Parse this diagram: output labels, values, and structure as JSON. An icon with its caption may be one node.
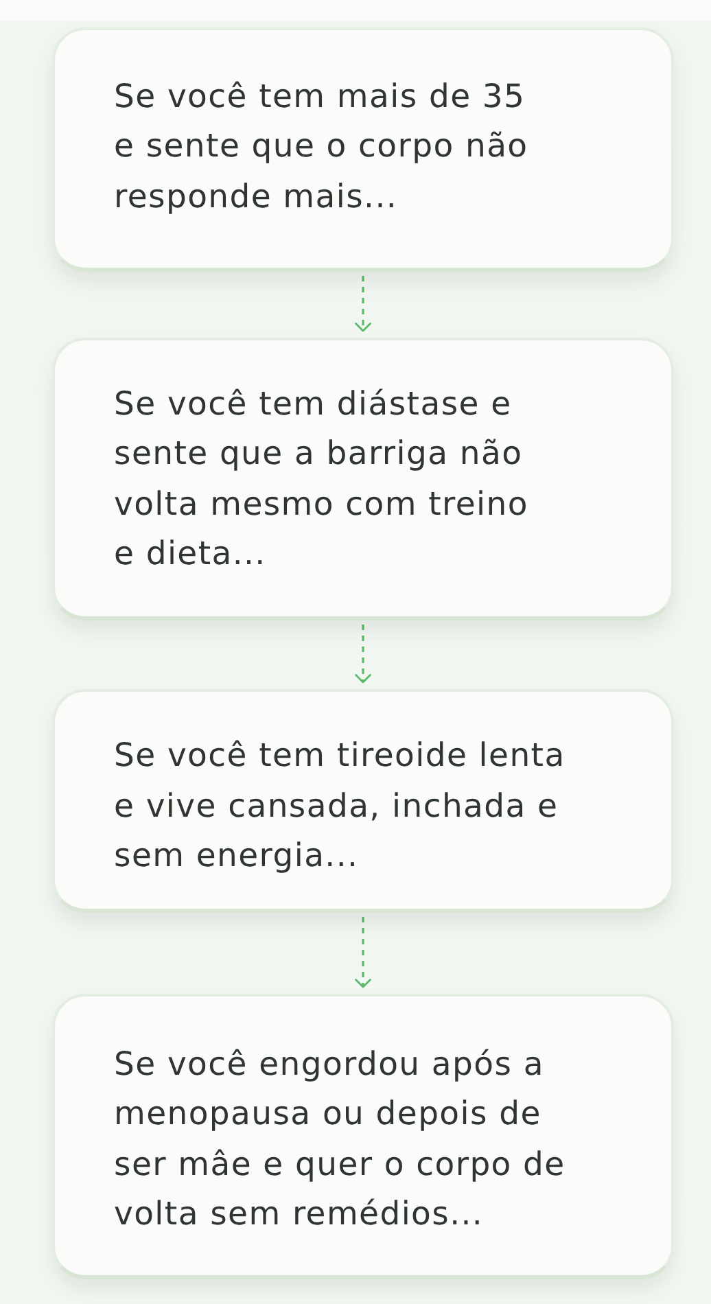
{
  "diagram": {
    "nodes": [
      {
        "text": [
          "Se você tem mais de 35 e sente que o corpo não responde mais..."
        ]
      },
      {
        "text": [
          "Se você tem diástase e sente que a barriga não volta mesmo com treino e dieta..."
        ]
      },
      {
        "text": [
          "Se você tem tireoide lenta e vive cansada, inchada e sem energia..."
        ]
      },
      {
        "text": [
          "Se você engordou após a menopausa ou depois de ser mâe e quer o corpo de volta sem remédios..."
        ]
      }
    ],
    "edges": [
      {
        "from": 0,
        "to": 1,
        "arrow": "to",
        "style": "dashed"
      },
      {
        "from": 1,
        "to": 2,
        "arrow": "to",
        "style": "dashed"
      },
      {
        "from": 2,
        "to": 3,
        "arrow": "to",
        "style": "dashed"
      }
    ]
  }
}
